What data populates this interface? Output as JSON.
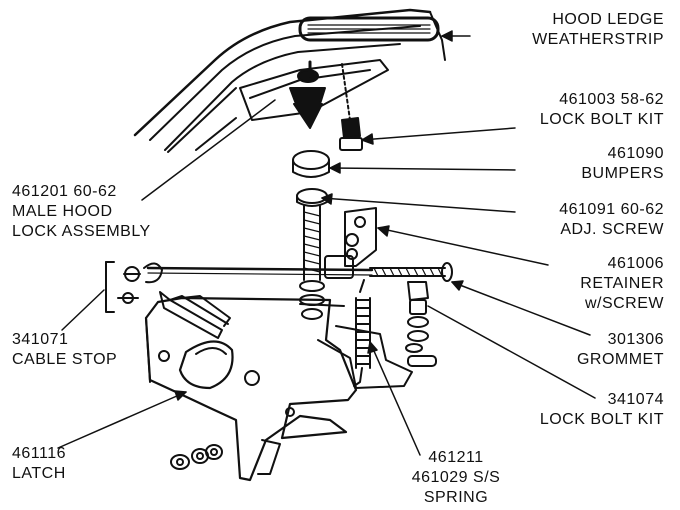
{
  "colors": {
    "ink": "#111111",
    "paper": "#ffffff"
  },
  "labels": {
    "hood_ledge": {
      "line1": "HOOD LEDGE",
      "line2": "WEATHERSTRIP"
    },
    "lock_bolt_kit_top": {
      "line1": "461003  58-62",
      "line2": "LOCK BOLT KIT"
    },
    "bumpers": {
      "line1": "461090",
      "line2": "BUMPERS"
    },
    "male_hood_lock": {
      "line1": "461201  60-62",
      "line2": "MALE HOOD",
      "line3": "LOCK ASSEMBLY"
    },
    "adj_screw": {
      "line1": "461091 60-62",
      "line2": "ADJ. SCREW"
    },
    "retainer": {
      "line1": "461006",
      "line2": "RETAINER",
      "line3": "w/SCREW"
    },
    "cable_stop": {
      "line1": "341071",
      "line2": "CABLE STOP"
    },
    "grommet": {
      "line1": "301306",
      "line2": "GROMMET"
    },
    "lock_bolt_kit_bottom": {
      "line1": "341074",
      "line2": "LOCK BOLT KIT"
    },
    "latch": {
      "line1": "461116",
      "line2": "LATCH"
    },
    "spring": {
      "line1": "461211",
      "line2": "461029 S/S",
      "line3": "SPRING"
    }
  }
}
